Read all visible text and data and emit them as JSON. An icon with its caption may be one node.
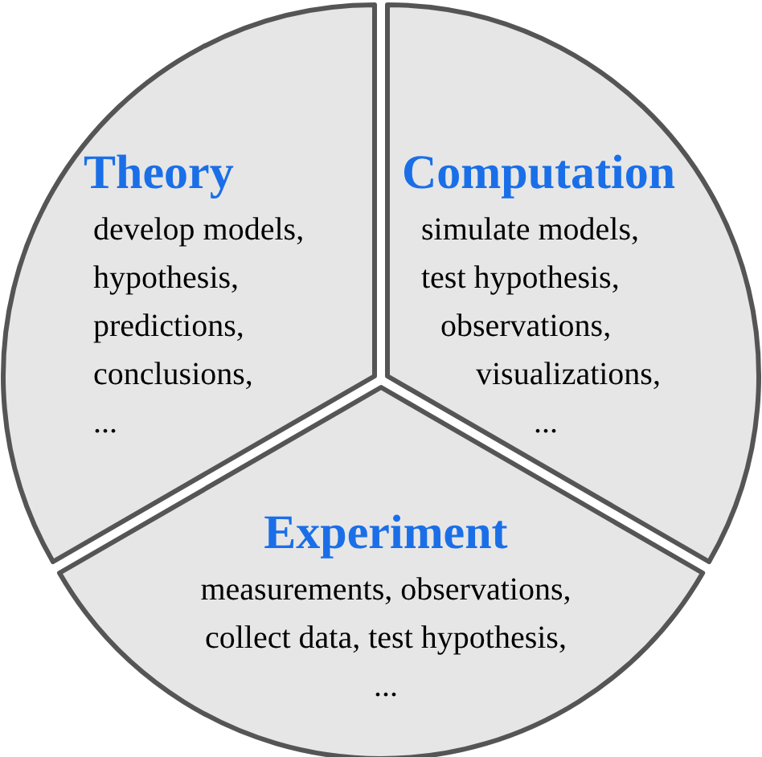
{
  "diagram": {
    "nodes": [
      {
        "text": [
          "Theory",
          "develop models,",
          "hypothesis,",
          "predictions,",
          "conclusions,",
          "..."
        ]
      },
      {
        "text": [
          "Computation",
          "simulate models,",
          "test hypothesis,",
          "observations,",
          "visualizations,",
          "..."
        ]
      },
      {
        "text": [
          "Experiment",
          "measurements, observations,",
          "collect data, test hypothesis,",
          "..."
        ]
      }
    ],
    "edges": []
  }
}
